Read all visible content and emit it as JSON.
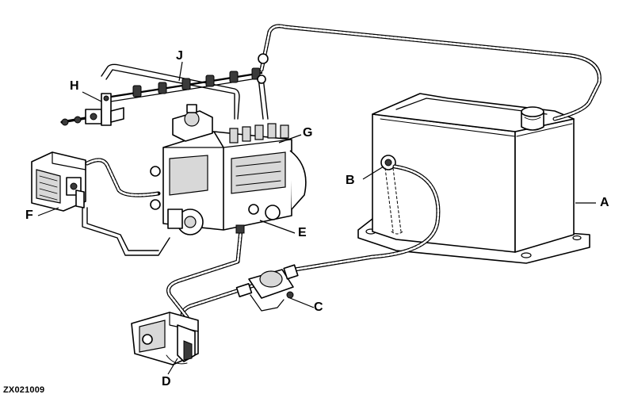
{
  "callouts": {
    "A": "A",
    "B": "B",
    "C": "C",
    "D": "D",
    "E": "E",
    "F": "F",
    "G": "G",
    "H": "H",
    "J": "J"
  },
  "figure_ref": "ZX021009"
}
